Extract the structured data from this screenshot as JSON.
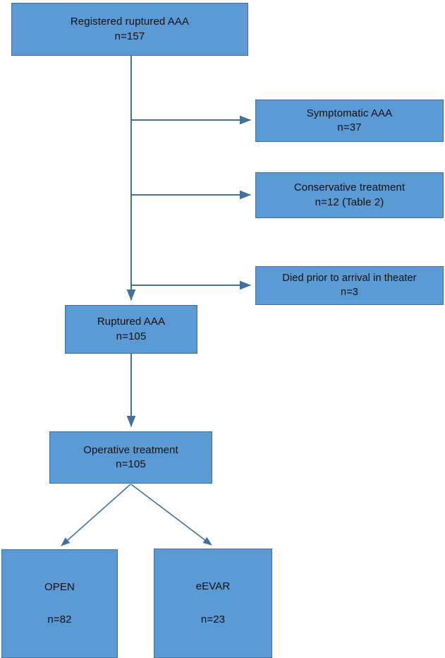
{
  "diagram": {
    "type": "flowchart",
    "title": "Ruptured AAA patient flow",
    "colors": {
      "node_fill": "#5B9BD5",
      "node_border": "#41719C",
      "connector": "#41719C",
      "text": "#0d0d0d",
      "background": "#ffffff"
    },
    "nodes": [
      {
        "id": "registered",
        "label": "Registered ruptured AAA",
        "count": "n=157"
      },
      {
        "id": "symptomatic",
        "label": "Symptomatic AAA",
        "count": "n=37"
      },
      {
        "id": "conservative",
        "label": "Conservative treatment",
        "count": "n=12 (Table 2)"
      },
      {
        "id": "died",
        "label": "Died prior to arrival in theater",
        "count": "n=3"
      },
      {
        "id": "ruptured",
        "label": "Ruptured AAA",
        "count": "n=105"
      },
      {
        "id": "operative",
        "label": "Operative treatment",
        "count": "n=105"
      },
      {
        "id": "open",
        "label": "OPEN",
        "count": "n=82"
      },
      {
        "id": "eevar",
        "label": "eEVAR",
        "count": "n=23"
      }
    ],
    "edges": [
      {
        "from": "registered",
        "to": "symptomatic"
      },
      {
        "from": "registered",
        "to": "conservative"
      },
      {
        "from": "registered",
        "to": "died"
      },
      {
        "from": "registered",
        "to": "ruptured"
      },
      {
        "from": "ruptured",
        "to": "operative"
      },
      {
        "from": "operative",
        "to": "open"
      },
      {
        "from": "operative",
        "to": "eevar"
      }
    ]
  }
}
